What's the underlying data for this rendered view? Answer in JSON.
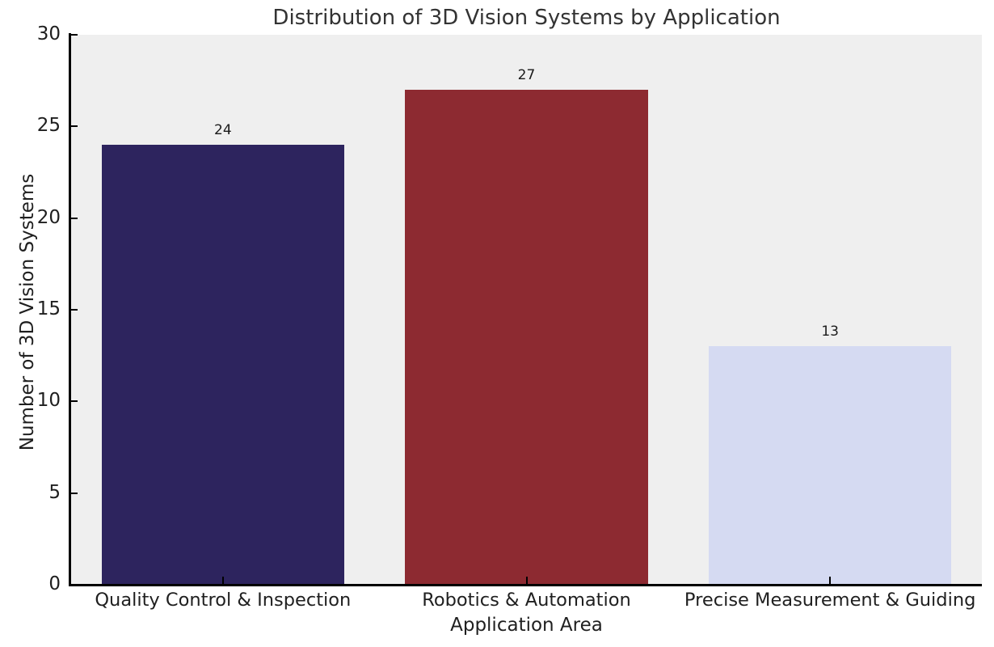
{
  "chart_data": {
    "type": "bar",
    "title": "Distribution of 3D Vision Systems by Application",
    "xlabel": "Application Area",
    "ylabel": "Number of 3D Vision Systems",
    "categories": [
      "Quality Control & Inspection",
      "Robotics & Automation",
      "Precise Measurement & Guiding"
    ],
    "values": [
      24,
      27,
      13
    ],
    "value_labels": [
      "24",
      "27",
      "13"
    ],
    "bar_colors": [
      "#2d245e",
      "#8d2a31",
      "#d5daf2"
    ],
    "ylim": [
      0,
      30
    ],
    "yticks": [
      0,
      5,
      10,
      15,
      20,
      25,
      30
    ],
    "ytick_labels": [
      "0",
      "5",
      "10",
      "15",
      "20",
      "25",
      "30"
    ],
    "grid": false,
    "legend": null,
    "plot_background": "#efefef",
    "figure_background": "#ffffff",
    "title_color": "#333333",
    "axis_color": "#000000"
  }
}
